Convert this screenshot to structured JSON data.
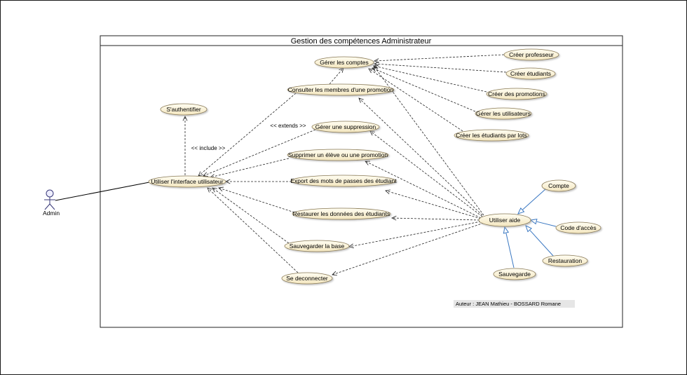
{
  "title": "Gestion des compétences Administrateur",
  "actor": {
    "label": "Admin"
  },
  "usecases": {
    "gerer_comptes": "Gérer les comptes",
    "consulter": "Consulter les membres d'une promotion",
    "sauthentifier": "S'authentifier",
    "gerer_suppression": "Gérer une suppression",
    "supprimer_eleve": "Supprimer un élève ou une promotion",
    "utiliser_interface": "Utiliser l'interface utilisateur",
    "export": "Export des mots de passes des étudiant",
    "restaurer": "Restaurer les données des étudiants",
    "sauvegarder_base": "Sauvegarder la base",
    "se_deconnecter": "Se deconnecter",
    "utiliser_aide": "Utiliser aide",
    "creer_professeur": "Créer professeur",
    "creer_etudiants": "Créer étudiants",
    "creer_promotions": "Créer des promotions",
    "gerer_utilisateurs": "Gérer les utilisateurs",
    "creer_etudiants_lots": "Créer les étudiants par lots",
    "compte": "Compte",
    "code_acces": "Code d'accès",
    "restauration": "Restauration",
    "sauvegarde": "Sauvegarde"
  },
  "stereotypes": {
    "include": "<< include >>",
    "extends": "<< extends >>"
  },
  "author": "Auteur : JEAN Mathieu - BOSSARD Romane",
  "colors": {
    "usecase_fill": "#fbf4dc",
    "usecase_stroke": "#8a7a55",
    "generalization": "#3a78c2",
    "line": "#222222"
  }
}
